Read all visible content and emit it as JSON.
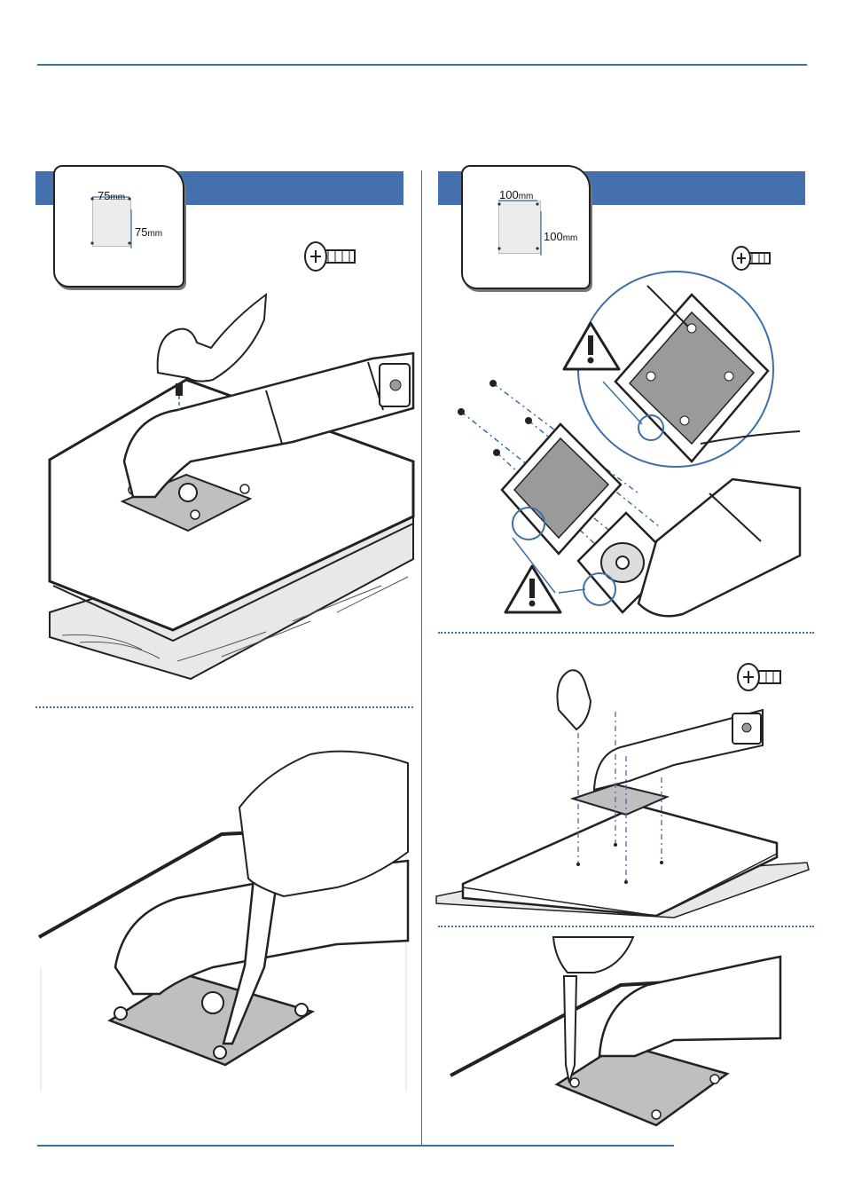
{
  "panels": {
    "left": {
      "vesa_width": "75",
      "vesa_height": "75",
      "unit": "mm",
      "screw_icon": "phillips-screw-icon"
    },
    "right": {
      "vesa_width": "100",
      "vesa_height": "100",
      "unit": "mm",
      "screw_icon": "phillips-screw-icon",
      "warning_icon": "warning-triangle-icon"
    }
  },
  "colors": {
    "accent_blue": "#4470ad",
    "rule_blue": "#3f6fa8",
    "plate_gray": "#bfbfbf",
    "line_black": "#1a1a1a"
  }
}
